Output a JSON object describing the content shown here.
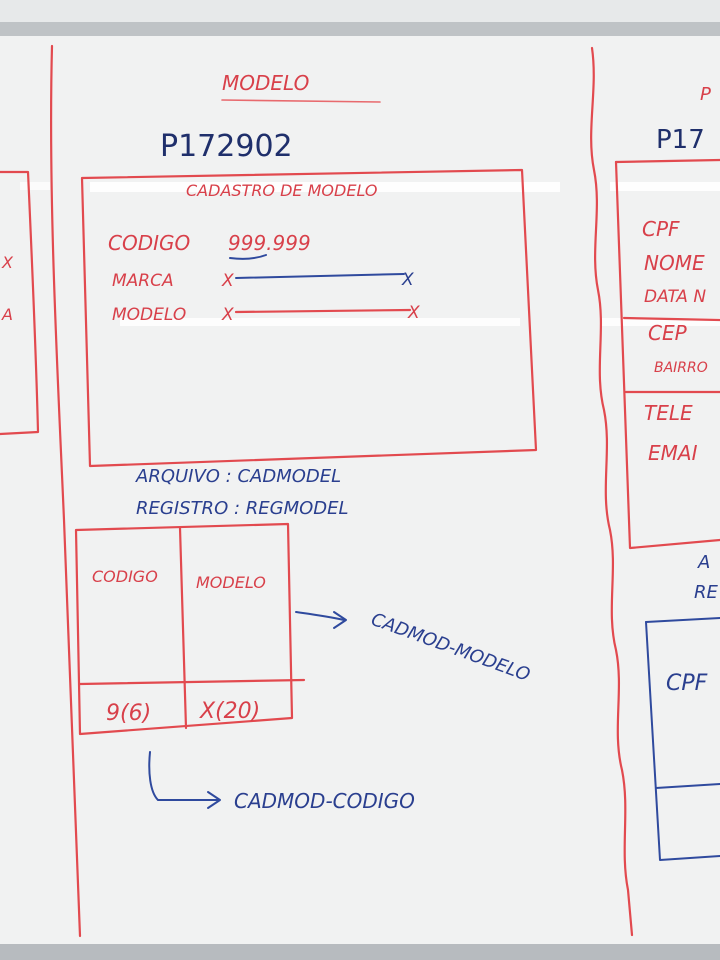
{
  "board": {
    "heading": "MODELO",
    "program_id": "P172902",
    "form": {
      "title": "CADASTRO DE MODELO",
      "fields": [
        {
          "label": "CODIGO",
          "value": "999.999"
        },
        {
          "label": "MARCA",
          "value": "X"
        },
        {
          "label": "MODELO",
          "value": "X"
        }
      ],
      "field_end_mark": "X"
    },
    "file": {
      "arquivo_line": "ARQUIVO : CADMODEL",
      "registro_line": "REGISTRO : REGMODEL"
    },
    "record_table": {
      "headers": [
        "CODIGO",
        "MODELO"
      ],
      "formats": [
        "9(6)",
        "X(20)"
      ]
    },
    "annotations": {
      "modelo_field": "CADMOD-MODELO",
      "codigo_field": "CADMOD-CODIGO"
    },
    "right_panel": {
      "heading_partial": "P",
      "program_partial": "P17",
      "lines": [
        "CPF",
        "NOME",
        "DATA N",
        "CEP",
        "BAIRRO",
        "TELE",
        "EMAI"
      ],
      "arquivo_partial": "A",
      "registro_partial": "RE",
      "table_header": "CPF"
    },
    "left_panel": {
      "marks": [
        "X",
        "A"
      ]
    }
  }
}
